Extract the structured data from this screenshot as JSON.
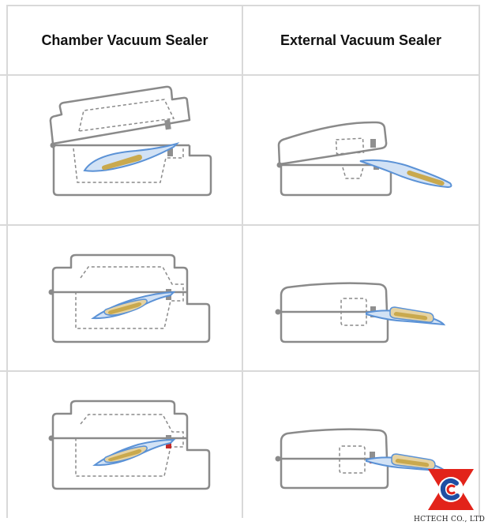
{
  "table": {
    "columns": [
      {
        "label": "Chamber Vacuum Sealer"
      },
      {
        "label": "External Vacuum Sealer"
      }
    ]
  },
  "colors": {
    "outline": "#8a8a8a",
    "bag": "#5b92d6",
    "bag_fill": "#d2e2f5",
    "food": "#c9a94e",
    "food_light": "#e6d3a2",
    "seal_bar": "#8f8f8f",
    "heated_seal": "#c42828",
    "grid": "#d9d9d9",
    "logo_red": "#e2231a",
    "logo_blue": "#1f4ea3"
  },
  "watermark": {
    "company": "HCTECH CO., LTD"
  }
}
